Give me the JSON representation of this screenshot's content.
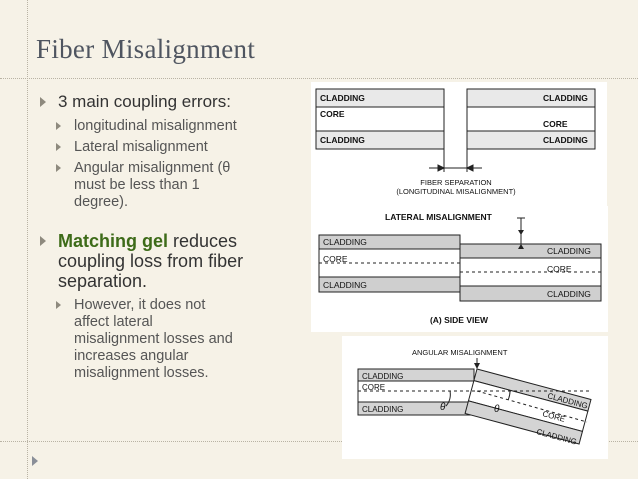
{
  "title": "Fiber Misalignment",
  "bullets": {
    "main1": "3 main coupling errors:",
    "sub1": "longitudinal misalignment",
    "sub2": "Lateral misalignment",
    "sub3a": "Angular misalignment (θ",
    "sub3b": "must be less than 1",
    "sub3c": "degree).",
    "main2_bold": "Matching gel",
    "main2a": " reduces",
    "main2b": "coupling loss from fiber",
    "main2c": "separation.",
    "sub4a": "However, it does not",
    "sub4b": "affect lateral",
    "sub4c": "misalignment losses and",
    "sub4d": "increases angular",
    "sub4e": "misalignment losses."
  },
  "diagram1": {
    "cladding_tl": "CLADDING",
    "core_l": "CORE",
    "cladding_bl": "CLADDING",
    "cladding_tr": "CLADDING",
    "core_r": "CORE",
    "cladding_br": "CLADDING",
    "caption1": "FIBER SEPARATION",
    "caption2": "(LONGITUDINAL MISALIGNMENT)"
  },
  "diagram2": {
    "title": "LATERAL  MISALIGNMENT",
    "cladding_tl": "CLADDING",
    "core_l": "CORE",
    "cladding_bl": "CLADDING",
    "cladding_tr": "CLADDING",
    "core_r": "CORE",
    "cladding_br": "CLADDING",
    "caption": "(A)  SIDE  VIEW"
  },
  "diagram3": {
    "title": "ANGULAR MISALIGNMENT",
    "cladding_tl": "CLADDING",
    "core_l": "CORE",
    "cladding_bl": "CLADDING",
    "theta1": "θ",
    "theta2": "θ",
    "cladding_tr": "CLADDING",
    "core_r": "CORE",
    "cladding_br": "CLADDING"
  }
}
